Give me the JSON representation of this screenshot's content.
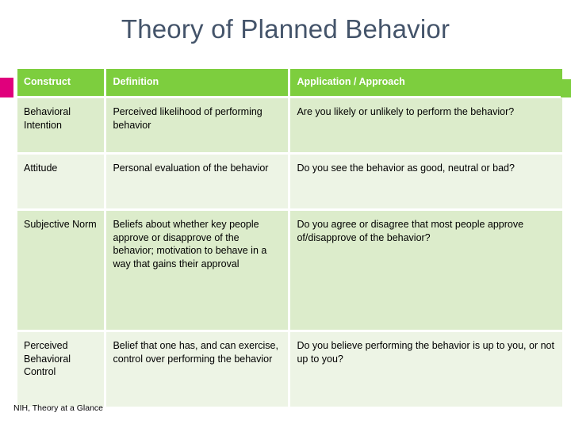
{
  "slide": {
    "title": "Theory of Planned Behavior",
    "source_note": "NIH, Theory at a Glance"
  },
  "colors": {
    "title_text": "#44546a",
    "header_fill": "#7dce3e",
    "header_text": "#ffffff",
    "row_band_dark": "#dceccb",
    "row_band_light": "#edf4e5",
    "accent_pink": "#e0007c",
    "accent_green": "#7dce3e",
    "body_text": "#000000",
    "background": "#ffffff"
  },
  "decorations": {
    "left_square": "pink-square",
    "right_square": "green-square"
  },
  "table": {
    "headers": [
      "Construct",
      "Definition",
      "Application / Approach"
    ],
    "rows": [
      {
        "construct": "Behavioral Intention",
        "definition": "Perceived likelihood of performing behavior",
        "application": "Are you likely or unlikely to perform the behavior?"
      },
      {
        "construct": "Attitude",
        "definition": "Personal evaluation of the behavior",
        "application": "Do you see the behavior as good, neutral or bad?"
      },
      {
        "construct": "Subjective Norm",
        "definition": "Beliefs about whether key people approve or disapprove of the behavior; motivation to behave in a way that gains their approval",
        "application": "Do you agree or disagree that most people approve of/disapprove of the behavior?"
      },
      {
        "construct": "Perceived Behavioral Control",
        "definition": "Belief that one has, and can exercise, control over performing the behavior",
        "application": "Do you believe performing the behavior is up to you, or not up to you?"
      }
    ]
  }
}
